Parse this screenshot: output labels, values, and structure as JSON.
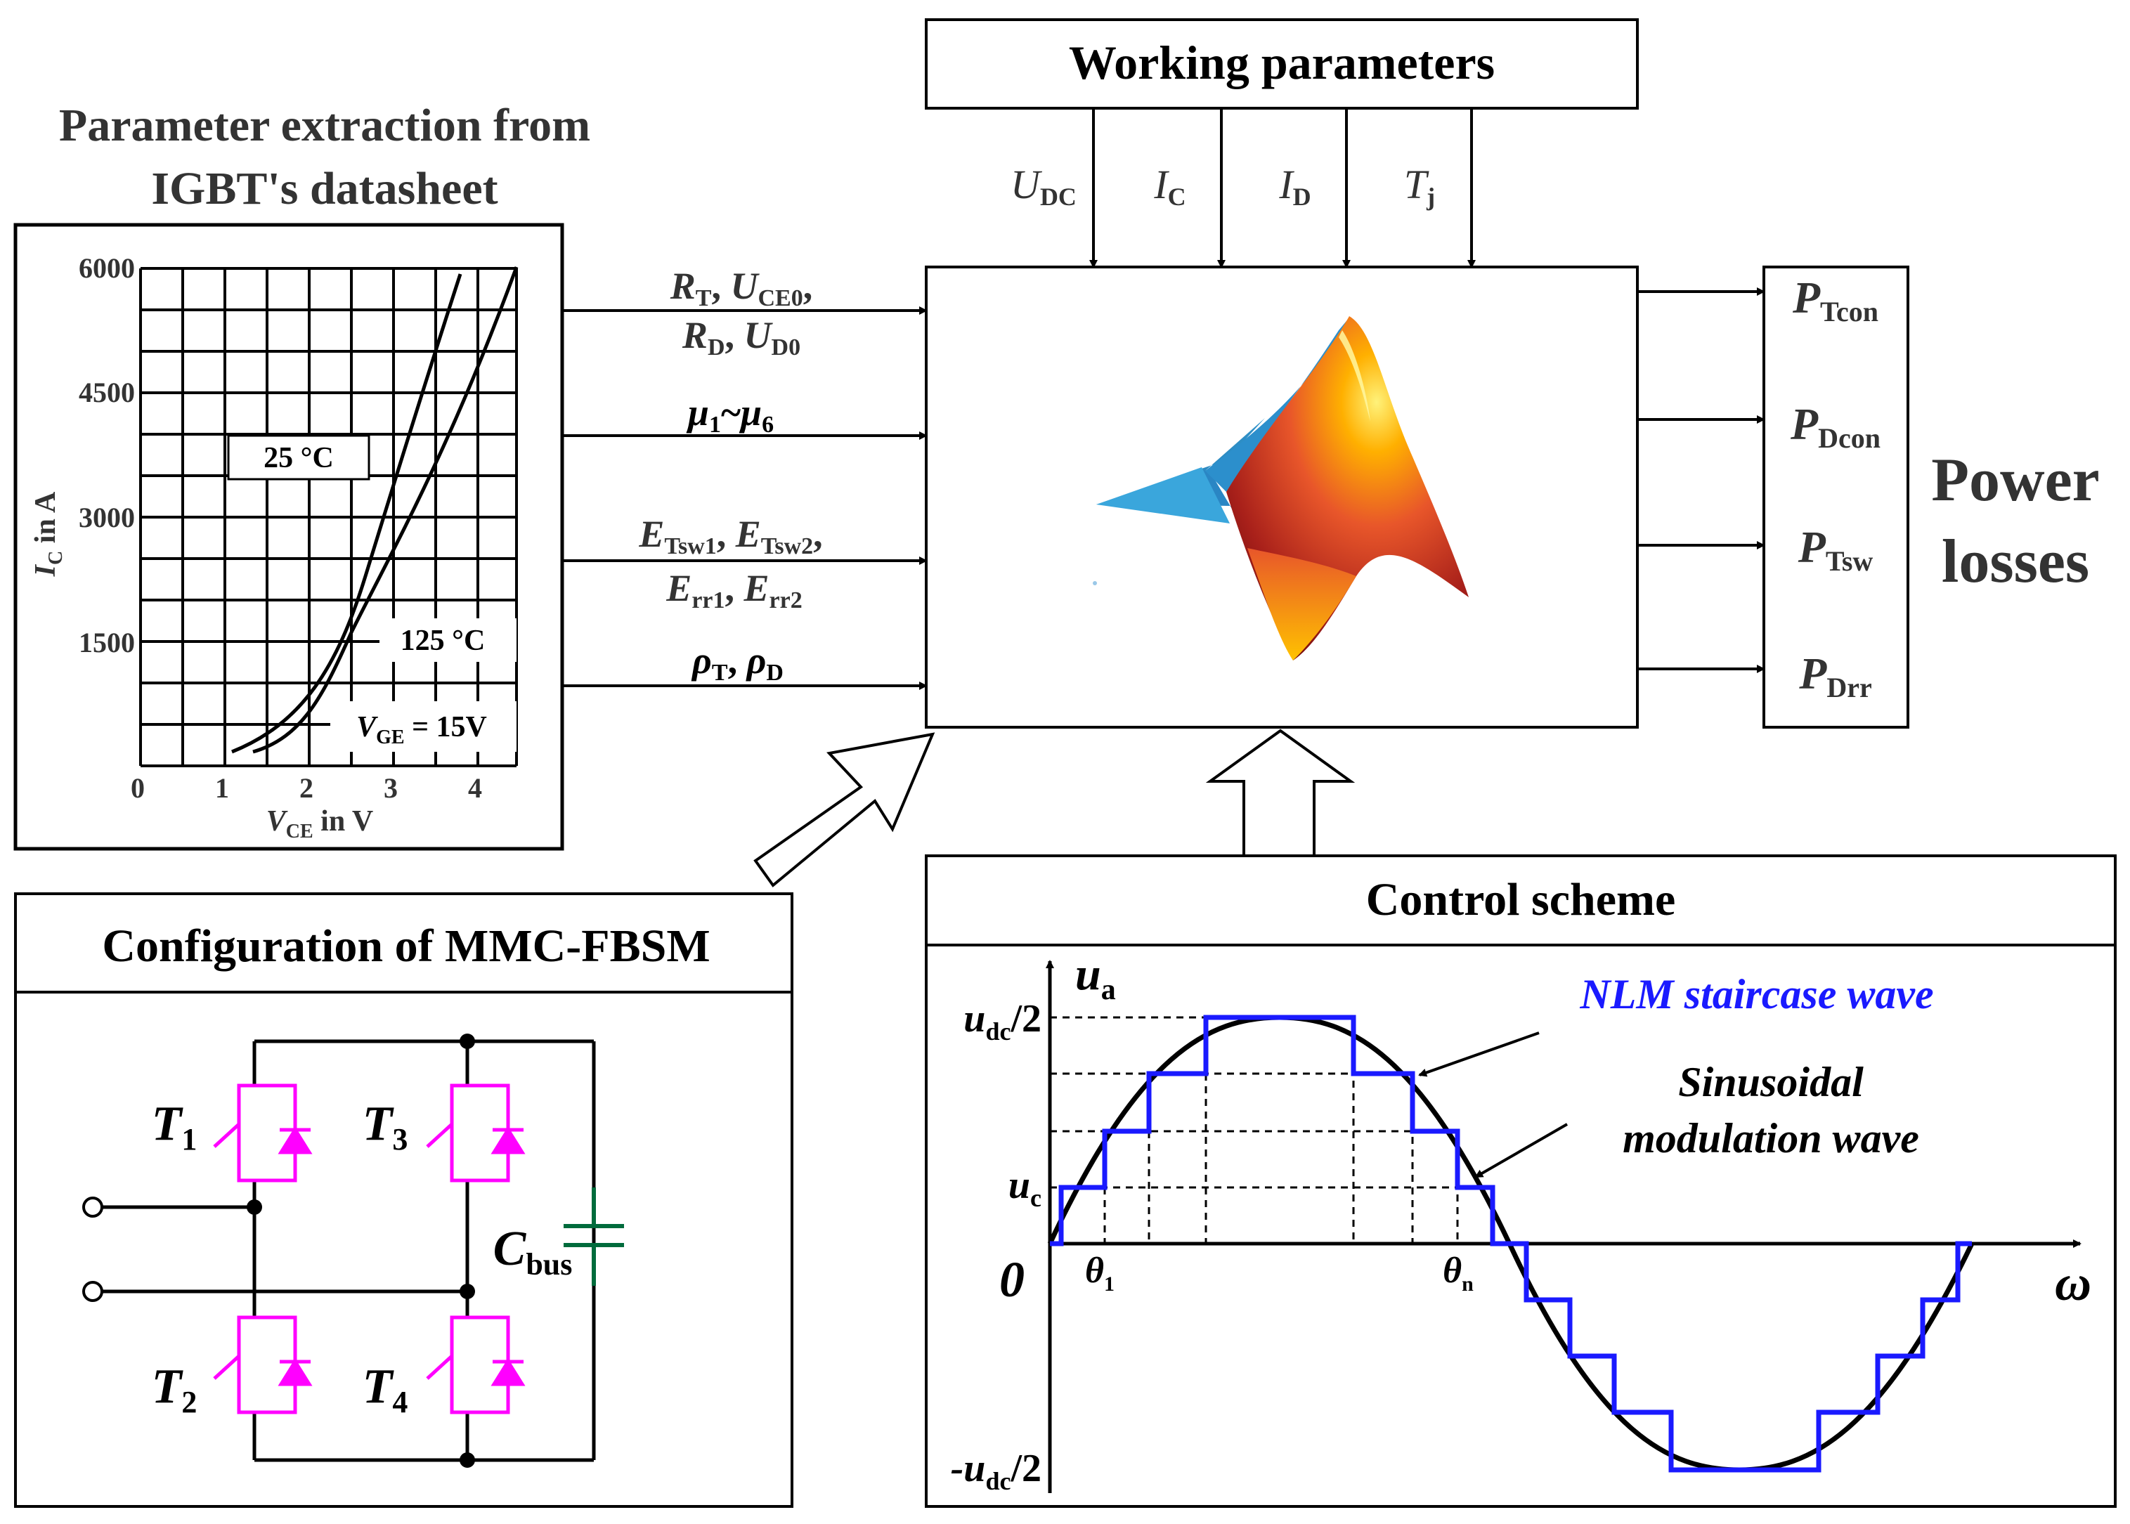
{
  "datasheet": {
    "title_line1": "Parameter extraction from",
    "title_line2": "IGBT's datasheet",
    "y_axis": "I",
    "y_axis_sub": "C",
    "y_axis_rest": " in A",
    "x_axis": "V",
    "x_axis_sub": "CE",
    "x_axis_rest": " in V",
    "y_ticks": [
      "6000",
      "4500",
      "3000",
      "1500"
    ],
    "x_ticks": [
      "0",
      "1",
      "2",
      "3",
      "4"
    ],
    "label_25": "25 °C",
    "label_125": "125 °C",
    "vge_label": "V",
    "vge_sub": "GE",
    "vge_rest": " = 15V"
  },
  "params": {
    "line1": {
      "a": "R",
      "a_sub": "T",
      "sep1": ", ",
      "b": "U",
      "b_sub": "CE0",
      "sep2": ","
    },
    "line2": {
      "a": "R",
      "a_sub": "D",
      "sep1": ", ",
      "b": "U",
      "b_sub": "D0"
    },
    "mu": {
      "a": "μ",
      "a_sub": "1",
      "sep": "~",
      "b": "μ",
      "b_sub": "6"
    },
    "e1": {
      "a": "E",
      "a_sub": "Tsw1",
      "sep1": ", ",
      "b": "E",
      "b_sub": "Tsw2",
      "sep2": ","
    },
    "e2": {
      "a": "E",
      "a_sub": "rr1",
      "sep1": ", ",
      "b": "E",
      "b_sub": "rr2"
    },
    "rho": {
      "a": "ρ",
      "a_sub": "T",
      "sep": ", ",
      "b": "ρ",
      "b_sub": "D"
    }
  },
  "working": {
    "title": "Working parameters",
    "inputs": [
      {
        "main": "U",
        "sub": "DC"
      },
      {
        "main": "I",
        "sub": "C"
      },
      {
        "main": "I",
        "sub": "D"
      },
      {
        "main": "T",
        "sub": "j"
      }
    ]
  },
  "outputs": {
    "items": [
      {
        "main": "P",
        "sub": "Tcon"
      },
      {
        "main": "P",
        "sub": "Dcon"
      },
      {
        "main": "P",
        "sub": "Tsw"
      },
      {
        "main": "P",
        "sub": "Drr"
      }
    ],
    "label_line1": "Power",
    "label_line2": "losses"
  },
  "mmc": {
    "title": "Configuration of MMC-FBSM",
    "switches": [
      {
        "main": "T",
        "sub": "1"
      },
      {
        "main": "T",
        "sub": "3"
      },
      {
        "main": "T",
        "sub": "2"
      },
      {
        "main": "T",
        "sub": "4"
      }
    ],
    "cap": {
      "main": "C",
      "sub": "bus"
    }
  },
  "control": {
    "title": "Control scheme",
    "y_axis": "u",
    "y_axis_sub": "a",
    "y_top": "u",
    "y_top_sub": "dc",
    "y_top_rest": "/2",
    "y_uc": "u",
    "y_uc_sub": "c",
    "y_bottom": "-u",
    "y_bottom_sub": "dc",
    "y_bottom_rest": "/2",
    "origin": "0",
    "x_axis": "ω",
    "theta1": "θ",
    "theta1_sub": "1",
    "thetan": "θ",
    "thetan_sub": "n",
    "nlm_label": "NLM staircase wave",
    "sin_line1": "Sinusoidal",
    "sin_line2": "modulation wave"
  },
  "colors": {
    "staircase": "#1a1aff",
    "igbt": "#ff00ff",
    "capacitor": "#006b3c",
    "matlab_blue": "#1e90c8",
    "matlab_orange": "#e8562a"
  }
}
